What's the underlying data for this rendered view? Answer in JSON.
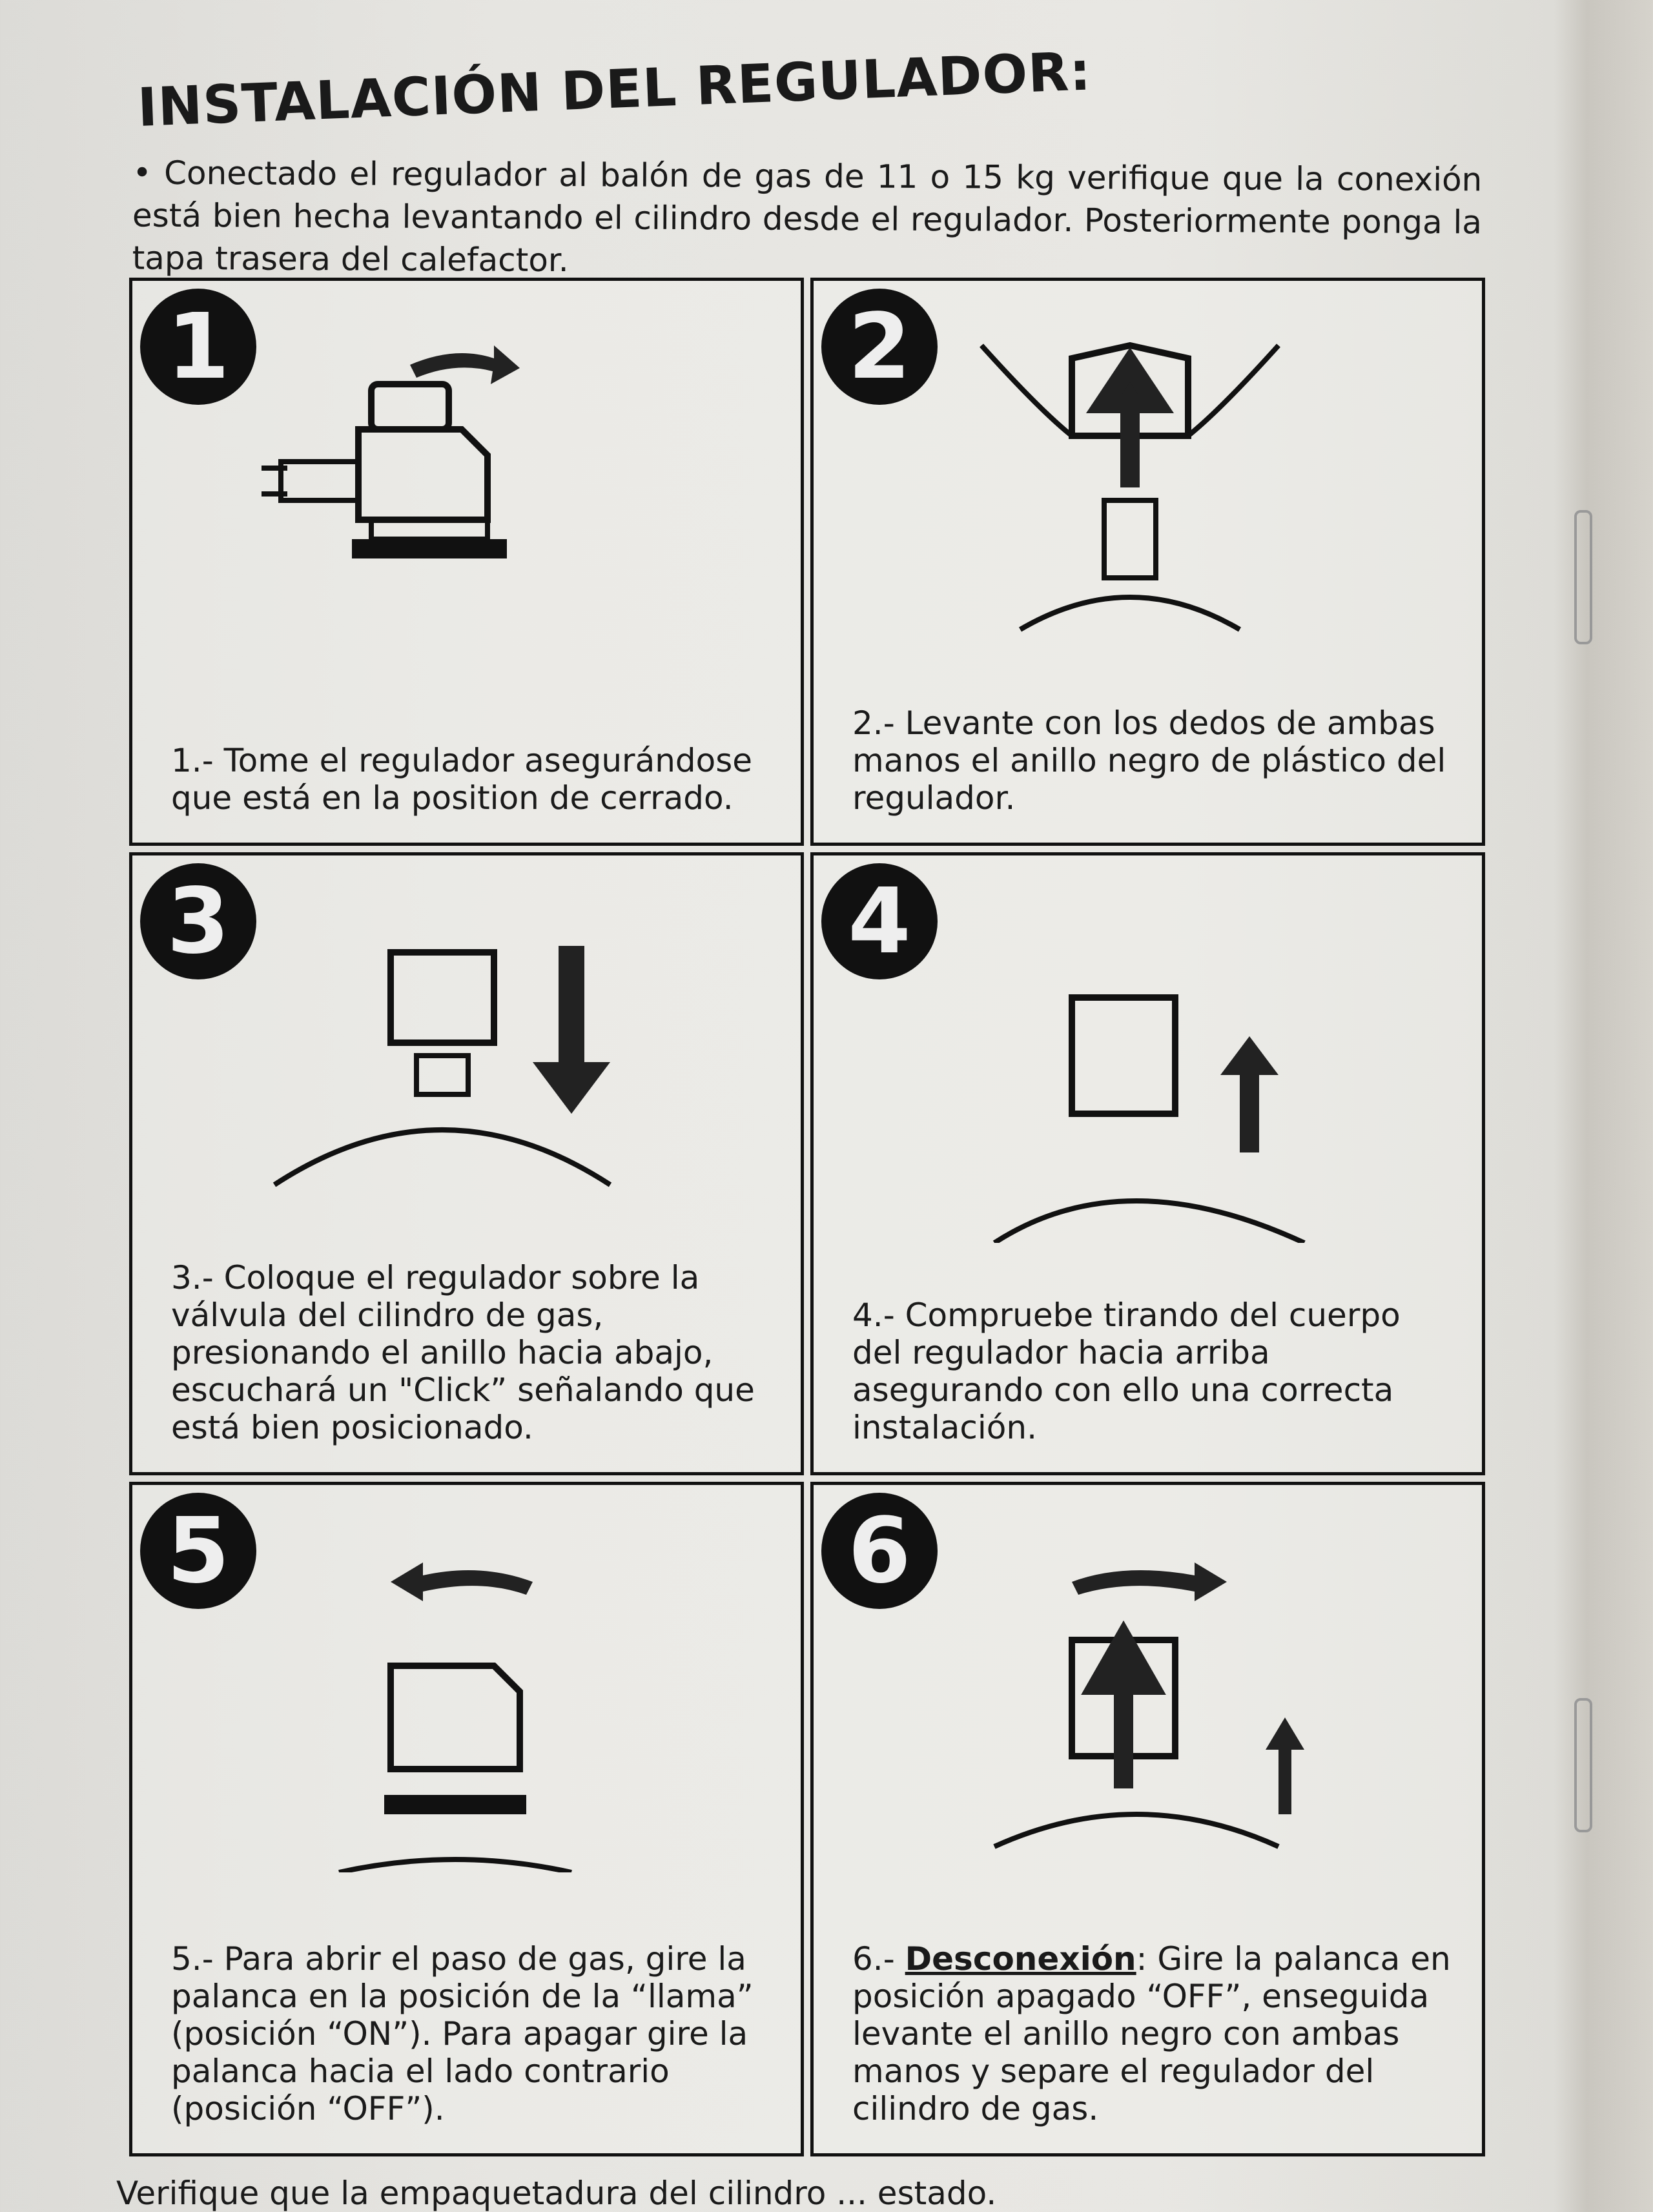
{
  "title": "INSTALACIÓN DEL REGULADOR:",
  "intro": "• Conectado el regulador al balón de gas de 11 o 15 kg verifique que la conexión está bien hecha levantando el cilindro desde el regulador. Posteriormente ponga la tapa trasera del calefactor.",
  "steps": [
    {
      "number": "1",
      "text": "1.- Tome el regulador asegurándose que está en la position de cerrado."
    },
    {
      "number": "2",
      "text": "2.- Levante con los dedos de ambas manos el anillo negro de plástico del regulador."
    },
    {
      "number": "3",
      "text": "3.- Coloque el regulador sobre la válvula del cilindro de gas, presionando el anillo hacia abajo, escuchará un \"Click” señalando que está bien posicionado."
    },
    {
      "number": "4",
      "text": "4.- Compruebe tirando del cuerpo del regulador hacia arriba asegurando con ello una correcta instalación."
    },
    {
      "number": "5",
      "text": "5.- Para abrir el paso de gas, gire la palanca en la posición de la “llama” (posición “ON”). Para apagar gire la palanca hacia el lado contrario (posición “OFF”)."
    },
    {
      "number": "6",
      "prefix": "6.- ",
      "heading": "Desconexión",
      "text": ": Gire la palanca en posición apagado “OFF”, enseguida levante el anillo negro con ambas manos y separe el regulador del cilindro de gas."
    }
  ],
  "footer_partial": "Verifique que la empaquetadura del cilindro ... estado."
}
